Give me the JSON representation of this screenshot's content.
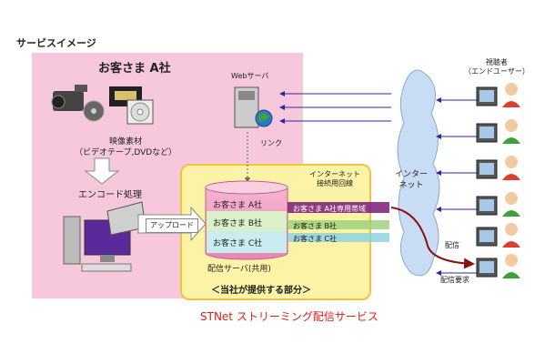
{
  "title": "サービスイメージ",
  "client": {
    "name": "お客さま A社",
    "media_label_line1": "映像素材",
    "media_label_line2": "（ビデオテープ,DVDなど）",
    "encode_label": "エンコード処理",
    "upload_label": "アップロード"
  },
  "web_server": {
    "label": "Webサーバ",
    "link_label": "リンク"
  },
  "delivery_server": {
    "customers": [
      "お客さま A社",
      "お客さま B社",
      "お客さま C社"
    ],
    "caption": "配信サーバ(共用)"
  },
  "lines": {
    "internet_line_line1": "インターネット",
    "internet_line_line2": "接続用回線",
    "bands": [
      "お客さま A社専用帯域",
      "お客さま B社",
      "お客さま C社"
    ]
  },
  "internet": {
    "line1": "インター",
    "line2": "ネット"
  },
  "viewers": {
    "line1": "視聴者",
    "line2": "（エンドユーザー）"
  },
  "flow": {
    "deliver": "配信",
    "request": "配信要求"
  },
  "provided_caption": "＜当社が提供する部分＞",
  "service_caption": "STNet ストリーミング配信サービス",
  "colors": {
    "client_bg": "#f7c8dc",
    "provided_bg": "#fdf3a6",
    "accent": "#d82020",
    "arrow": "#2a2aa0"
  }
}
